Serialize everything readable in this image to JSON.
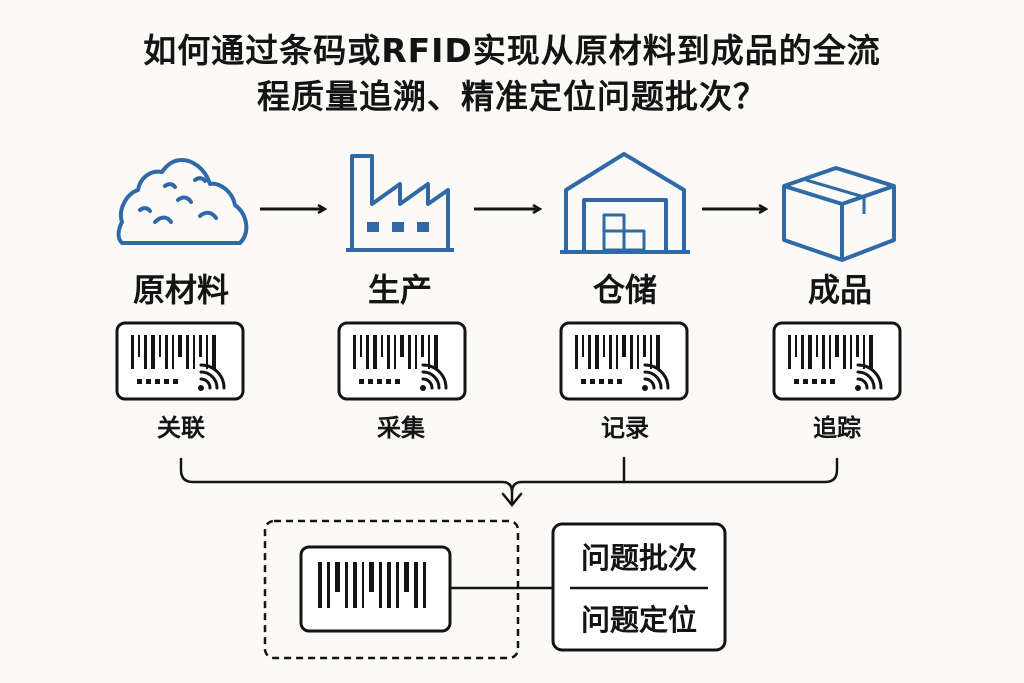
{
  "title": {
    "line1": "如何通过条码或RFID实现从原材料到成品的全流",
    "line2": "程质量追溯、精准定位问题批次？"
  },
  "stages": [
    {
      "label": "原材料",
      "action": "关联",
      "icon": "raw-material-pile-icon"
    },
    {
      "label": "生产",
      "action": "采集",
      "icon": "factory-icon"
    },
    {
      "label": "仓储",
      "action": "记录",
      "icon": "warehouse-icon"
    },
    {
      "label": "成品",
      "action": "追踪",
      "icon": "product-box-icon"
    }
  ],
  "tag_icons": [
    "barcode-icon",
    "rfid-signal-icon"
  ],
  "result": {
    "top_label": "问题批次",
    "bottom_label": "问题定位"
  },
  "colors": {
    "accent_blue": "#2f6aa6",
    "ink": "#141414",
    "background": "#fbfaf7"
  }
}
